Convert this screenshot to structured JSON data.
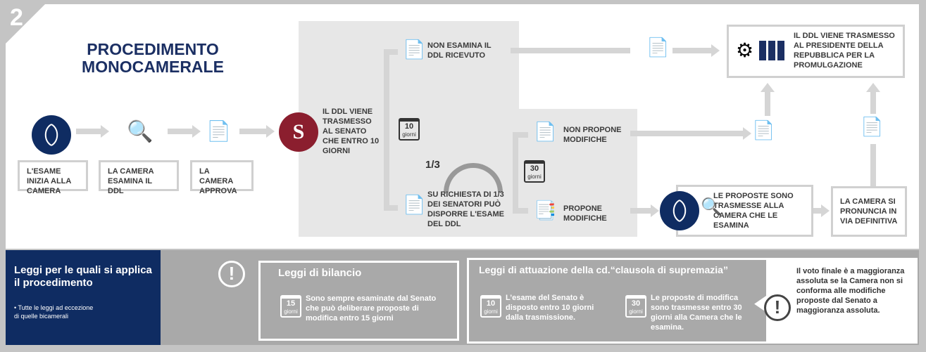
{
  "step_number": "2",
  "title": [
    "PROCEDIMENTO",
    "MONOCAMERALE"
  ],
  "flow": {
    "step1": "L'ESAME INIZIA ALLA CAMERA",
    "step2": "LA CAMERA ESAMINA IL DDL",
    "step3": "LA CAMERA APPROVA",
    "senate_transmit": "IL DDL VIENE TRASMESSO AL SENATO CHE ENTRO 10 GIORNI",
    "not_examine": "NON ESAMINA IL DDL RICEVUTO",
    "request": "SU RICHIESTA DI 1/3 DEI SENATORI PUÒ DISPORRE L'ESAME DEL DDL",
    "fraction": "1/3",
    "no_changes": "NON PROPONE MODIFICHE",
    "proposes": "PROPONE MODIFICHE",
    "transmitted_camera": "LE PROPOSTE SONO TRASMESSE ALLA CAMERA CHE LE ESAMINA",
    "final": "LA CAMERA SI PRONUNCIA IN VIA DEFINITIVA",
    "president": "IL DDL VIENE TRASMESSO AL PRESIDENTE DELLA REPUBBLICA PER LA PROMULGAZIONE",
    "cal10": {
      "num": "10",
      "unit": "giorni"
    },
    "cal30": {
      "num": "30",
      "unit": "giorni"
    }
  },
  "bottom": {
    "heading": "Leggi per le quali si applica il procedimento",
    "bullet": "• Tutte le leggi ad eccezione di quelle bicamerali",
    "excl": "!",
    "bilancio": {
      "title": "Leggi di bilancio",
      "cal": "15",
      "unit": "giorni",
      "text": "Sono sempre esaminate dal Senato che può deliberare proposte di modifica entro 15 giorni"
    },
    "supremazia": {
      "title": "Leggi di attuazione della cd.“clausola di supremazia”",
      "cal1": "10",
      "cal2": "30",
      "unit": "giorni",
      "text1": "L’esame del Senato è disposto entro 10 giorni dalla trasmissione.",
      "text2": "Le proposte di modifica sono trasmesse entro 30 giorni alla Camera che le esamina."
    },
    "note": "Il voto finale è a maggioranza assoluta se la Camera non si conforma alle modifiche proposte dal Senato a maggioranza assoluta."
  },
  "colors": {
    "navy": "#0f2c62",
    "senate": "#8b1e2e",
    "gray": "#a9a9a9"
  }
}
